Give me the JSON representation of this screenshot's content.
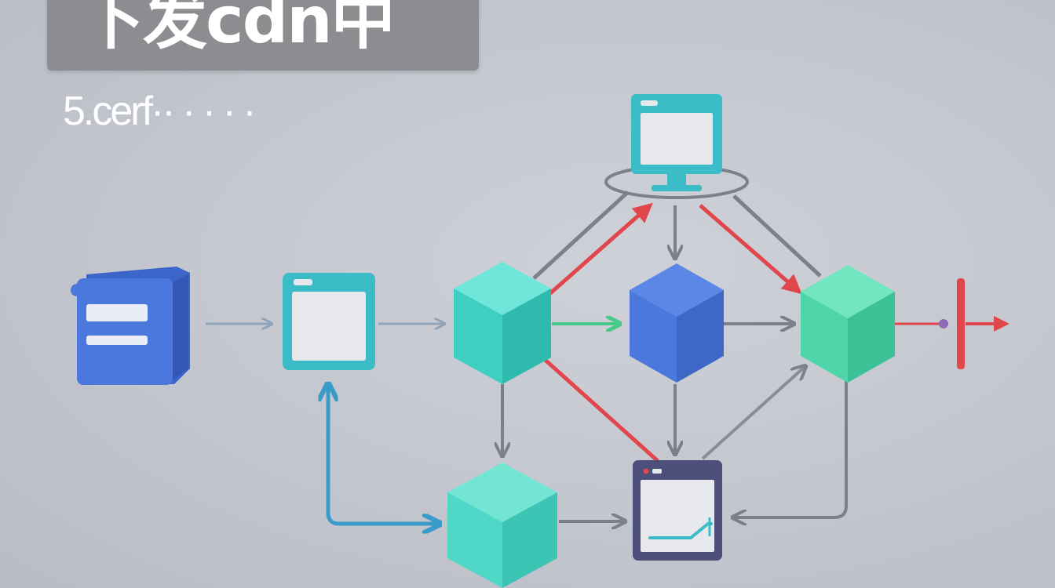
{
  "title": "下发cdn中",
  "subtitle": "5.cerf·· · ·  · ·",
  "colors": {
    "background": "#c4c7cf",
    "banner": "#8c8c91",
    "teal_cube": "#4fd8c8",
    "green_cube": "#4fd6a8",
    "blue_cube": "#4a78dc",
    "teal_frame": "#3bbcc6",
    "navy_frame": "#4b4f7a",
    "red_arrow": "#e0474c",
    "gray_arrow": "#7d8089",
    "green_arrow": "#49c98a",
    "blue_arrow": "#3a9ac8"
  },
  "nodes": [
    {
      "id": "document-stack",
      "icon": "document-stack-icon"
    },
    {
      "id": "browser-window",
      "icon": "browser-window-icon"
    },
    {
      "id": "teal-cube-top",
      "icon": "cube-icon"
    },
    {
      "id": "blue-cube",
      "icon": "cube-icon"
    },
    {
      "id": "green-cube-right",
      "icon": "cube-icon"
    },
    {
      "id": "teal-cube-bottom",
      "icon": "cube-icon"
    },
    {
      "id": "monitor-top",
      "icon": "monitor-icon"
    },
    {
      "id": "chart-window-bottom",
      "icon": "chart-window-icon"
    },
    {
      "id": "end-marker",
      "icon": "red-bar-icon"
    }
  ]
}
